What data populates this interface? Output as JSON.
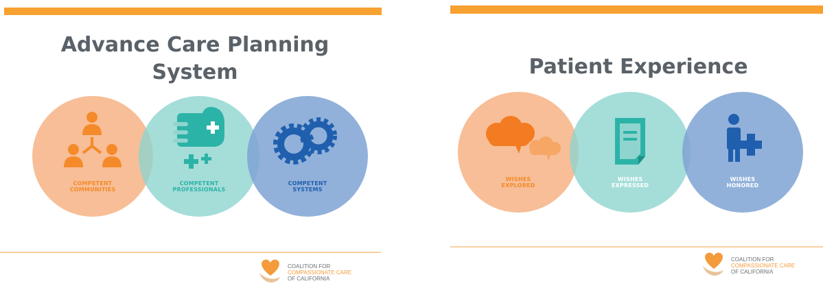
{
  "left_slide": {
    "title_line1": "Advance Care Planning",
    "title_line2": "System",
    "circles": [
      {
        "label_line1": "COMPETENT",
        "label_line2": "COMMUNITIES",
        "icon": "people-network-icon",
        "color": "#f6b385",
        "text_color": "#f58a2a"
      },
      {
        "label_line1": "COMPETENT",
        "label_line2": "PROFESSIONALS",
        "icon": "hand-medical-cross-icon",
        "color": "#8fd4cf",
        "text_color": "#2cb3a7"
      },
      {
        "label_line1": "COMPETENT",
        "label_line2": "SYSTEMS",
        "icon": "gears-icon",
        "color": "#7ea3d3",
        "text_color": "#1f5fae"
      }
    ],
    "logo": {
      "line1": "COALITION FOR",
      "line2": "COMPASSIONATE CARE",
      "line3": "OF CALIFORNIA"
    }
  },
  "right_slide": {
    "title": "Patient Experience",
    "circles": [
      {
        "label_line1": "WISHES",
        "label_line2": "EXPLORED",
        "icon": "speech-clouds-icon",
        "color": "#f6b385",
        "text_color": "#f58a2a"
      },
      {
        "label_line1": "WISHES",
        "label_line2": "EXPRESSED",
        "icon": "document-icon",
        "color": "#8fd4cf",
        "text_color": "#2cb3a7"
      },
      {
        "label_line1": "WISHES",
        "label_line2": "HONORED",
        "icon": "person-medical-cross-icon",
        "color": "#7ea3d3",
        "text_color": "#1f5fae"
      }
    ],
    "logo": {
      "line1": "COALITION FOR",
      "line2": "COMPASSIONATE CARE",
      "line3": "OF CALIFORNIA"
    }
  },
  "colors": {
    "accent_orange": "#f7a131",
    "title_gray": "#5a6168"
  }
}
